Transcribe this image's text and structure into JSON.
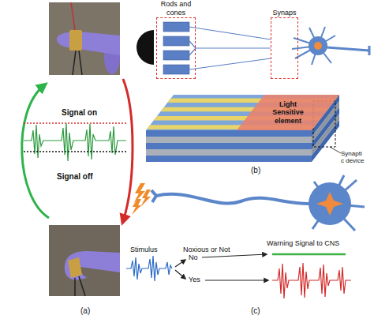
{
  "diagram": {
    "nodes": [
      {
        "text": [
          "Rods and cones"
        ]
      },
      {
        "text": [
          "Synaps"
        ]
      },
      {
        "text": [
          "Light Sensitive element"
        ]
      }
    ],
    "edges": [
      {
        "from": 0,
        "to": 1,
        "arrow": "none"
      }
    ],
    "labels": [
      "Signal on",
      "Signal off",
      "(a)",
      "Synapti c device",
      "(b)",
      "Stimulus",
      "Noxious or Not",
      "No",
      "Yes",
      "Warning Signal to CNS",
      "(c)"
    ]
  }
}
